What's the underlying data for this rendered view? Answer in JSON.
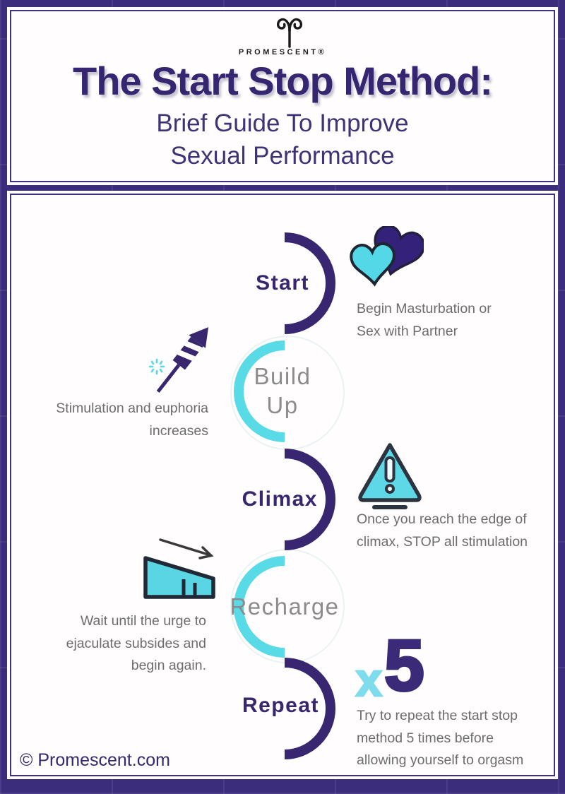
{
  "colors": {
    "frame_purple": "#3b2c7c",
    "deep_purple": "#382770",
    "cyan": "#58dbe6",
    "icon_cyan": "#5ed7e6",
    "x_light_cyan": "#7edced",
    "label_gray": "#8c8c8c",
    "body_text_gray": "#6d6d6d"
  },
  "header": {
    "logo_mark": "promescent-horns-logo",
    "brand": "PROMESCENT®",
    "title": "The Start Stop Method:",
    "subtitle_lines": [
      "Brief Guide To Improve",
      "Sexual Performance"
    ]
  },
  "steps": [
    {
      "id": "start",
      "label_lines": [
        "Start"
      ],
      "icon": "hearts-icon",
      "desc_lines": [
        "Begin Masturbation or",
        "Sex with Partner"
      ]
    },
    {
      "id": "build-up",
      "label_lines": [
        "Build",
        "Up"
      ],
      "icon": "firework-icon",
      "desc_lines": [
        "Stimulation and euphoria",
        "increases"
      ]
    },
    {
      "id": "climax",
      "label_lines": [
        "Climax"
      ],
      "icon": "warning-triangle-icon",
      "desc_lines": [
        "Once you reach the edge of",
        "climax, STOP all stimulation"
      ]
    },
    {
      "id": "recharge",
      "label_lines": [
        "Recharge"
      ],
      "icon": "declining-ramp-icon",
      "desc_lines": [
        "Wait until the urge to",
        "ejaculate subsides and",
        "begin again."
      ]
    },
    {
      "id": "repeat",
      "label_lines": [
        "Repeat"
      ],
      "icon": "x5-icon",
      "icon_text": {
        "multiplier_x": "x",
        "count": "5"
      },
      "desc_lines": [
        "Try to repeat the start stop",
        "method 5 times before",
        "allowing yourself to orgasm"
      ]
    }
  ],
  "footer": {
    "copyright": "© Promescent.com"
  }
}
